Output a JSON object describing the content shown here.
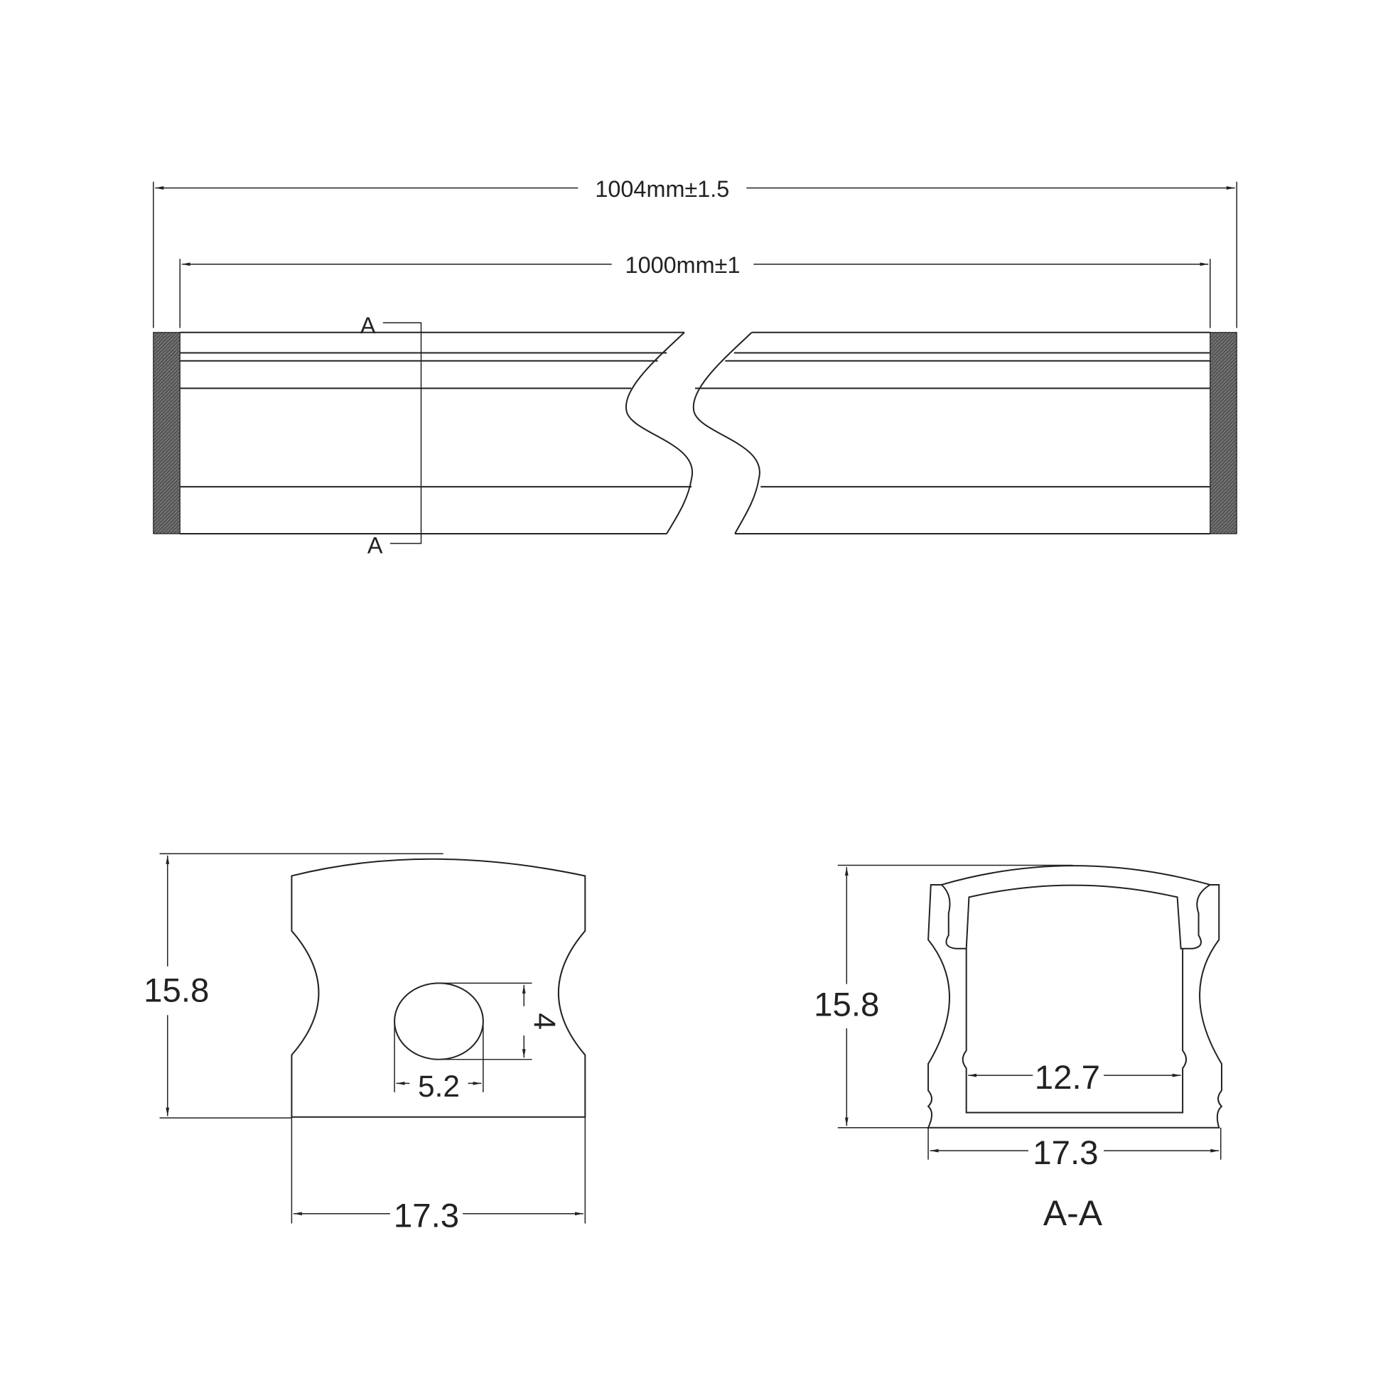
{
  "side_view": {
    "overall_length": "1004mm±1.5",
    "profile_length": "1000mm±1",
    "section_mark_top": "A",
    "section_mark_bottom": "A"
  },
  "end_view": {
    "height": "15.8",
    "width": "17.3",
    "hole_height": "4",
    "hole_width": "5.2"
  },
  "section_view": {
    "height": "15.8",
    "width": "17.3",
    "inner_width": "12.7",
    "title": "A-A"
  },
  "colors": {
    "line": "#222222",
    "end_cap": "#555555"
  }
}
